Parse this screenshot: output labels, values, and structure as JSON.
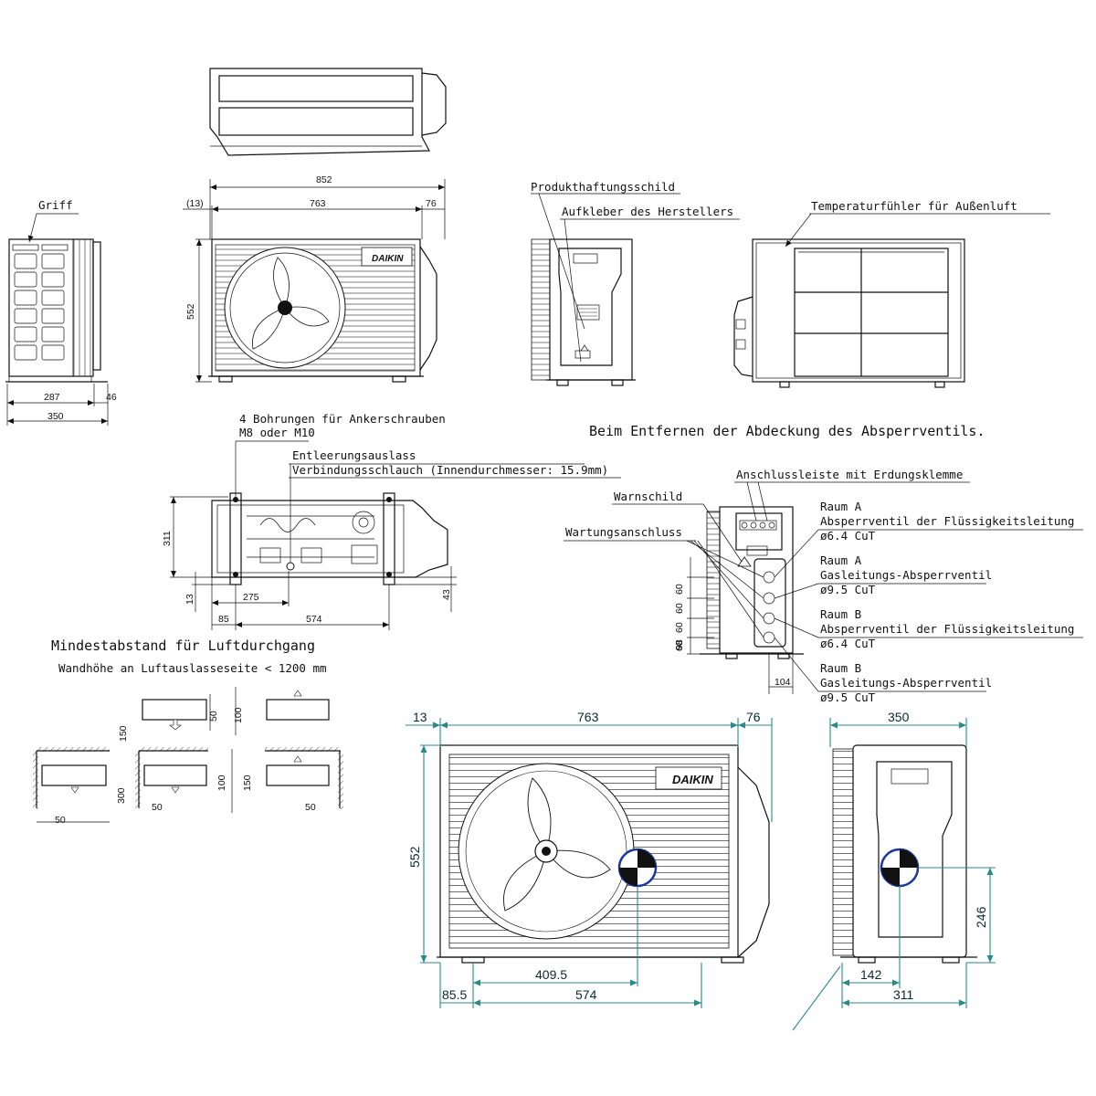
{
  "labels": {
    "griff": "Griff",
    "produkthaftung": "Produkthaftungsschild",
    "aufkleber": "Aufkleber des Herstellers",
    "temp_fuehler": "Temperaturfühler für Außenluft",
    "bohrungen_1": "4 Bohrungen für Ankerschrauben",
    "bohrungen_2": "M8 oder M10",
    "entleerung_1": "Entleerungsauslass",
    "entleerung_2": "Verbindungsschlauch (Innendurchmesser: 15.9mm)",
    "abdeckung": "Beim Entfernen der Abdeckung des Absperrventils.",
    "anschlussleiste": "Anschlussleiste mit Erdungsklemme",
    "warnschild": "Warnschild",
    "wartung": "Wartungsanschluss",
    "raumA1_1": "Raum A",
    "raumA1_2": "Absperrventil der Flüssigkeitsleitung",
    "raumA1_3": "ø6.4 CuT",
    "raumA2_1": "Raum A",
    "raumA2_2": "Gasleitungs-Absperrventil",
    "raumA2_3": "ø9.5 CuT",
    "raumB1_1": "Raum B",
    "raumB1_2": "Absperrventil der Flüssigkeitsleitung",
    "raumB1_3": "ø6.4 CuT",
    "raumB2_1": "Raum B",
    "raumB2_2": "Gasleitungs-Absperrventil",
    "raumB2_3": "ø9.5 CuT",
    "mindestabstand": "Mindestabstand für Luftdurchgang",
    "wandhoehe": "Wandhöhe an Luftauslasseseite < 1200 mm",
    "brand": "DAIKIN"
  },
  "dims": {
    "top_852": "852",
    "top_13": "(13)",
    "top_763": "763",
    "top_76": "76",
    "front_552": "552",
    "side_287": "287",
    "side_46": "46",
    "side_350": "350",
    "base_311": "311",
    "base_13": "13",
    "base_275": "275",
    "base_85": "85",
    "base_574": "574",
    "base_43": "43",
    "valve_60a": "60",
    "valve_60b": "60",
    "valve_60c": "60",
    "valve_60d": "60",
    "valve_98": "98",
    "valve_104": "104",
    "clr_50a": "50",
    "clr_100a": "100",
    "clr_150a": "150",
    "clr_300": "300",
    "clr_50b": "50",
    "clr_50c": "50",
    "clr_100b": "100",
    "clr_150b": "150",
    "clr_50d": "50",
    "t_13": "13",
    "t_763": "763",
    "t_76": "76",
    "t_552": "552",
    "t_409_5": "409.5",
    "t_85_5": "85.5",
    "t_574": "574",
    "t_350": "350",
    "t_246": "246",
    "t_142": "142",
    "t_311": "311"
  }
}
